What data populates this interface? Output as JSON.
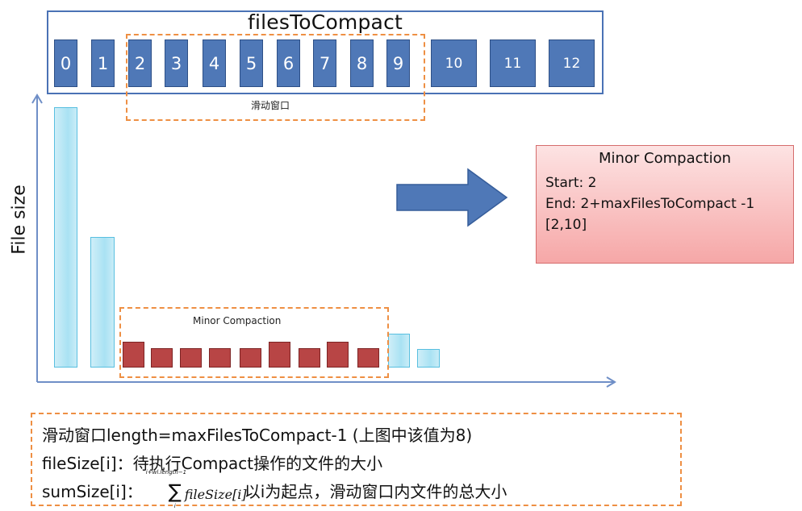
{
  "diagram": {
    "title": "filesToCompact",
    "files": [
      "0",
      "1",
      "2",
      "3",
      "4",
      "5",
      "6",
      "7",
      "8",
      "9",
      "10",
      "11",
      "12"
    ],
    "window_label": "滑动窗口",
    "y_axis_label": "File size",
    "chart_annotation": "Minor Compaction",
    "bars": [
      {
        "level": 1.0,
        "kind": "light"
      },
      {
        "level": 0.5,
        "kind": "light"
      },
      {
        "level": 0.1,
        "kind": "red"
      },
      {
        "level": 0.075,
        "kind": "red"
      },
      {
        "level": 0.075,
        "kind": "red"
      },
      {
        "level": 0.075,
        "kind": "red"
      },
      {
        "level": 0.075,
        "kind": "red"
      },
      {
        "level": 0.1,
        "kind": "red"
      },
      {
        "level": 0.075,
        "kind": "red"
      },
      {
        "level": 0.1,
        "kind": "red"
      },
      {
        "level": 0.075,
        "kind": "red"
      },
      {
        "level": 0.13,
        "kind": "light"
      },
      {
        "level": 0.07,
        "kind": "light"
      }
    ],
    "result": {
      "title": "Minor Compaction",
      "start": "Start: 2",
      "end": "End: 2+maxFilesToCompact -1",
      "range": "[2,10]"
    },
    "notes": {
      "line1": "滑动窗口length=maxFilesToCompact-1 (上图中该值为8)",
      "line2": "fileSize[i]：待执行Compact操作的文件的大小",
      "line3_prefix": "sumSize[i]：",
      "formula_upper": "i+wl.length−1",
      "formula_sigma": "∑",
      "formula_lower": "i",
      "formula_term": "fileSize[i]",
      "line3_suffix": "以i为起点，滑动窗口内文件的总大小"
    },
    "colors": {
      "file_box": "#4f78b7",
      "window_dash": "#ee8f43",
      "bar_light": "#a9e2f3",
      "bar_red": "#b84545",
      "arrow": "#4f78b7",
      "result_fill": "#f6a7a7",
      "axis": "#6f8fc7"
    }
  }
}
